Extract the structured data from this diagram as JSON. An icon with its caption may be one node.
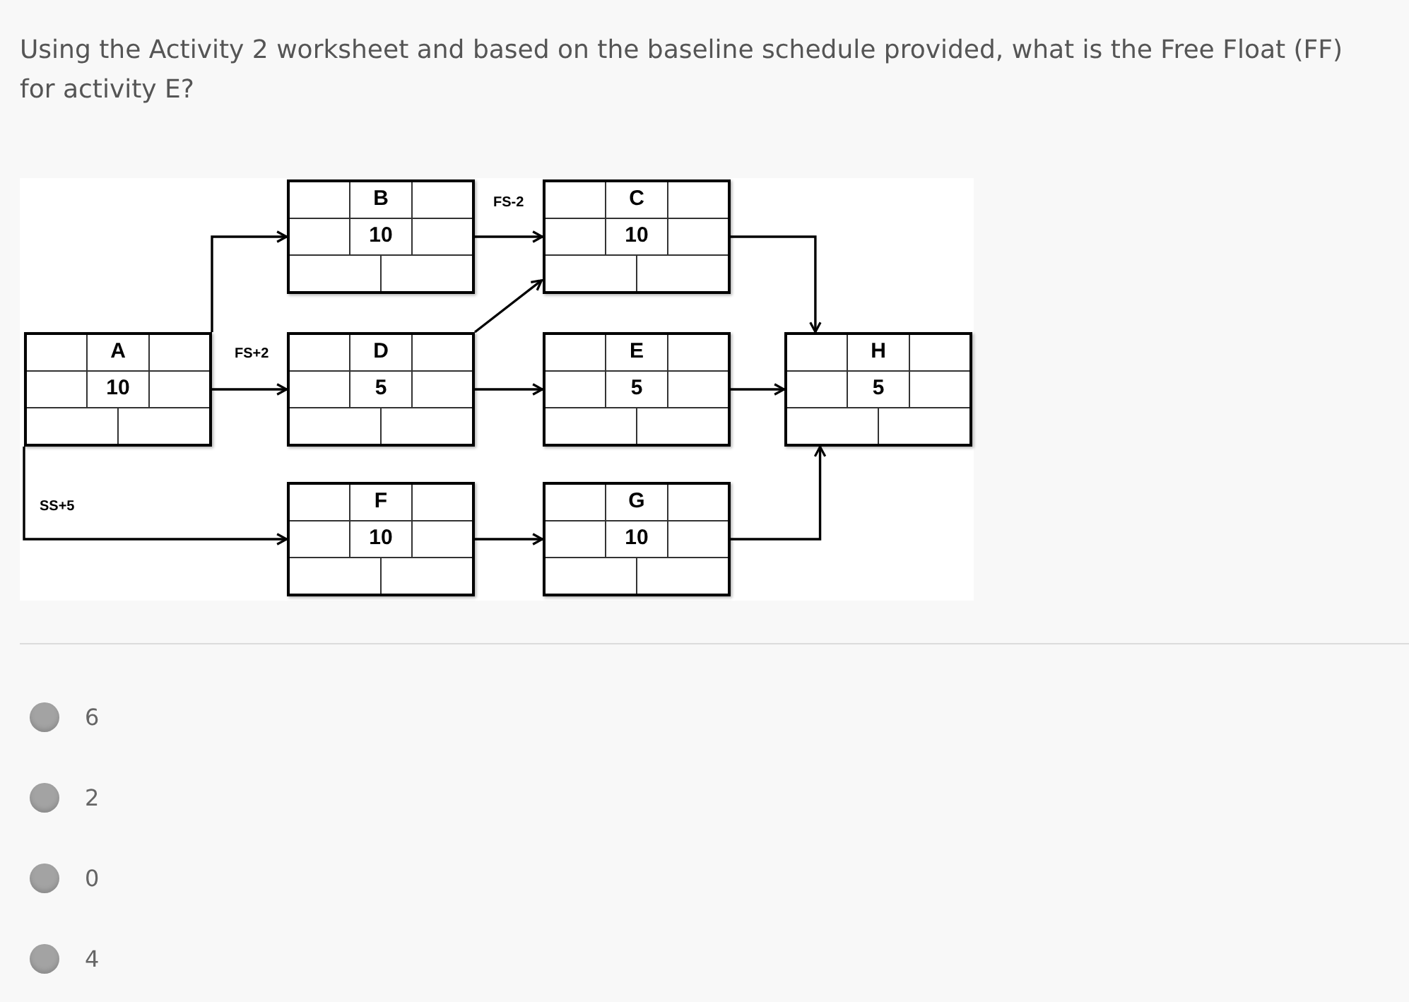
{
  "diagram": {
    "title": "Using the Activity 2 worksheet and based on the baseline schedule provided, what is the Free Float (FF) for activity E?",
    "nodes": [
      {
        "text": [
          "B",
          "10"
        ]
      },
      {
        "text": [
          "C",
          "10"
        ]
      },
      {
        "text": [
          "A",
          "10"
        ]
      },
      {
        "text": [
          "D",
          "5"
        ]
      },
      {
        "text": [
          "E",
          "5"
        ]
      },
      {
        "text": [
          "H",
          "5"
        ]
      },
      {
        "text": [
          "F",
          "10"
        ]
      },
      {
        "text": [
          "G",
          "10"
        ]
      }
    ],
    "edges": [
      {
        "from": 2,
        "to": 0,
        "arrow": "to"
      },
      {
        "from": 2,
        "to": 3,
        "arrow": "to",
        "label": "FS+2"
      },
      {
        "from": 2,
        "to": 6,
        "arrow": "to",
        "label": "SS+5"
      },
      {
        "from": 0,
        "to": 1,
        "arrow": "to",
        "label": "FS-2"
      },
      {
        "from": 3,
        "to": 1,
        "arrow": "to"
      },
      {
        "from": 3,
        "to": 4,
        "arrow": "to"
      },
      {
        "from": 1,
        "to": 5,
        "arrow": "to"
      },
      {
        "from": 4,
        "to": 5,
        "arrow": "to"
      },
      {
        "from": 6,
        "to": 7,
        "arrow": "to"
      },
      {
        "from": 7,
        "to": 5,
        "arrow": "to"
      }
    ],
    "labels": [
      "6",
      "2",
      "0",
      "4"
    ]
  }
}
